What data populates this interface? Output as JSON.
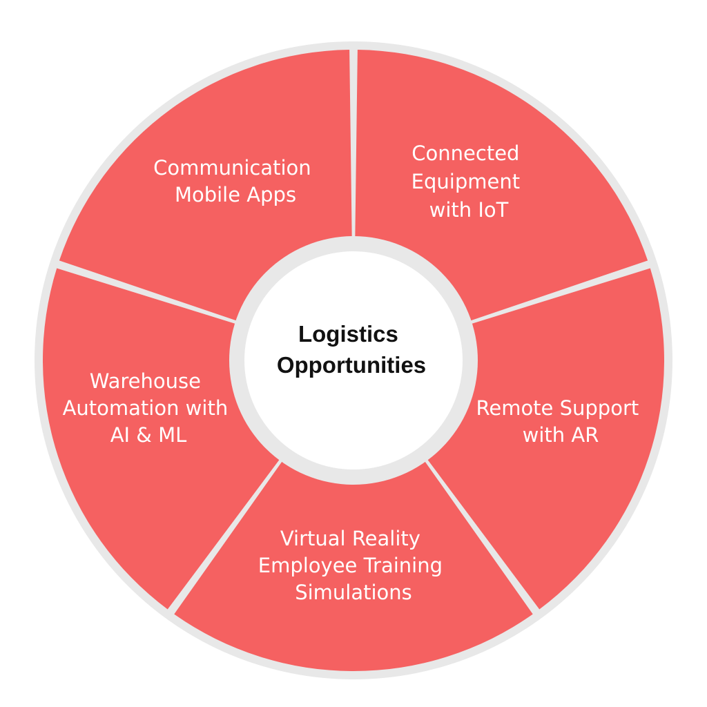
{
  "diagram": {
    "type": "segmented-wheel",
    "center": {
      "lines": [
        "Logistics",
        "Opportunities"
      ]
    },
    "segments": [
      {
        "id": "communication",
        "lines": [
          "Communication",
          "Mobile Apps"
        ]
      },
      {
        "id": "connected-equipment",
        "lines": [
          "Connected",
          "Equipment",
          "with IoT"
        ]
      },
      {
        "id": "remote-support",
        "lines": [
          "Remote Support",
          "with AR"
        ]
      },
      {
        "id": "vr-training",
        "lines": [
          "Virtual Reality",
          "Employee Training",
          "Simulations"
        ]
      },
      {
        "id": "warehouse-automation",
        "lines": [
          "Warehouse",
          "Automation with",
          "AI & ML"
        ]
      }
    ],
    "colors": {
      "segment_fill": "#F56161",
      "outer_ring": "#E8E8E8",
      "center_fill": "#FFFFFF",
      "segment_text": "#FFFFFF",
      "center_text": "#111111"
    }
  }
}
